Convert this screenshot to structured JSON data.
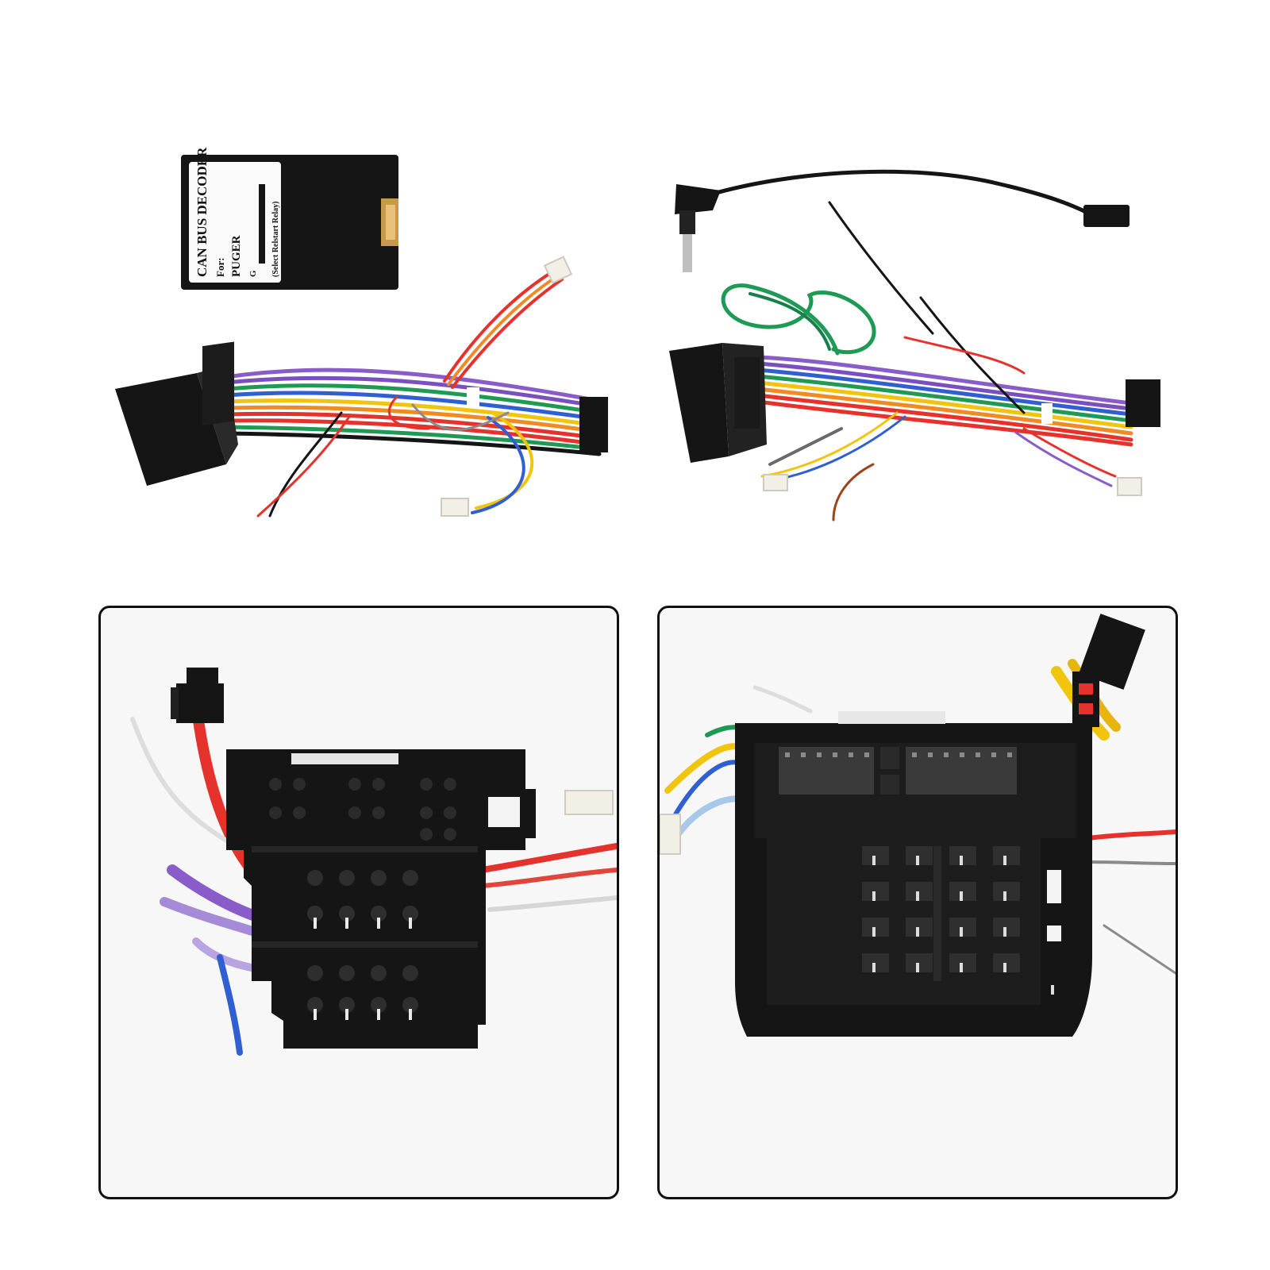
{
  "decoder": {
    "title": "CAN BUS DECODER",
    "line2": "For:",
    "line3": "PUGER",
    "line4": "G",
    "line5": "(Select Relstart Relay)"
  },
  "colors": {
    "background": "#ffffff",
    "connector": "#151515",
    "panel_border": "#111111",
    "wire_red": "#e5322d",
    "wire_purple": "#8a5cc9",
    "wire_green": "#1f9a55",
    "wire_blue": "#2f5fd0",
    "wire_yellow": "#f1c40f",
    "wire_orange": "#f08a24",
    "wire_black": "#151515",
    "wire_white": "#e8e8e8",
    "plug_white": "#f2efe6"
  }
}
